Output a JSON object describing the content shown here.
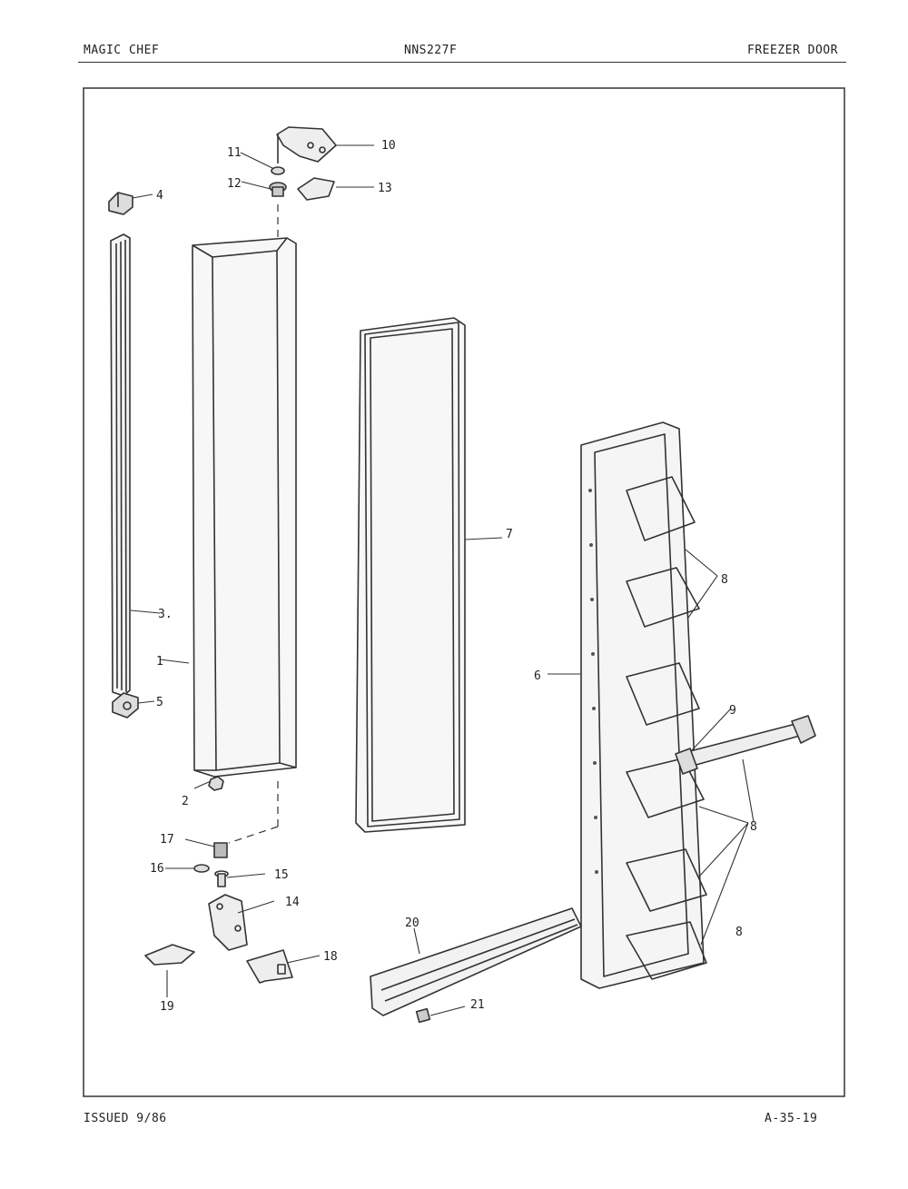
{
  "header": {
    "brand": "MAGIC CHEF",
    "model": "NNS227F",
    "section": "FREEZER DOOR"
  },
  "footer": {
    "issued": "ISSUED 9/86",
    "page_code": "A-35-19"
  },
  "callouts": [
    "1",
    "2",
    "3.",
    "4",
    "5",
    "6",
    "7",
    "8",
    "8",
    "8",
    "9",
    "10",
    "11",
    "12",
    "13",
    "14",
    "15",
    "16",
    "17",
    "18",
    "19",
    "20",
    "21"
  ]
}
